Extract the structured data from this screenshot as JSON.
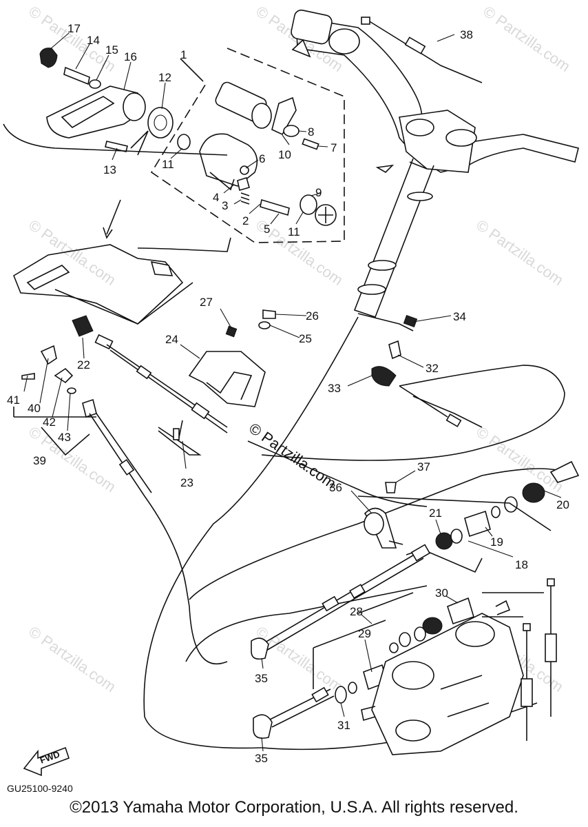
{
  "diagram": {
    "code": "GU25100-9240",
    "copyright": "©2013 Yamaha Motor Corporation, U.S.A. All rights reserved.",
    "fwd_label": "FWD",
    "watermarks": [
      "© Partzilla.com"
    ],
    "center_watermark": "© Partzilla.com",
    "part_numbers": [
      "1",
      "2",
      "3",
      "4",
      "5",
      "6",
      "7",
      "8",
      "9",
      "10",
      "11",
      "11",
      "12",
      "13",
      "14",
      "15",
      "16",
      "17",
      "18",
      "19",
      "20",
      "21",
      "22",
      "23",
      "24",
      "25",
      "26",
      "27",
      "28",
      "29",
      "30",
      "31",
      "32",
      "33",
      "34",
      "35",
      "35",
      "36",
      "37",
      "38",
      "39",
      "40",
      "41",
      "42",
      "43"
    ]
  }
}
